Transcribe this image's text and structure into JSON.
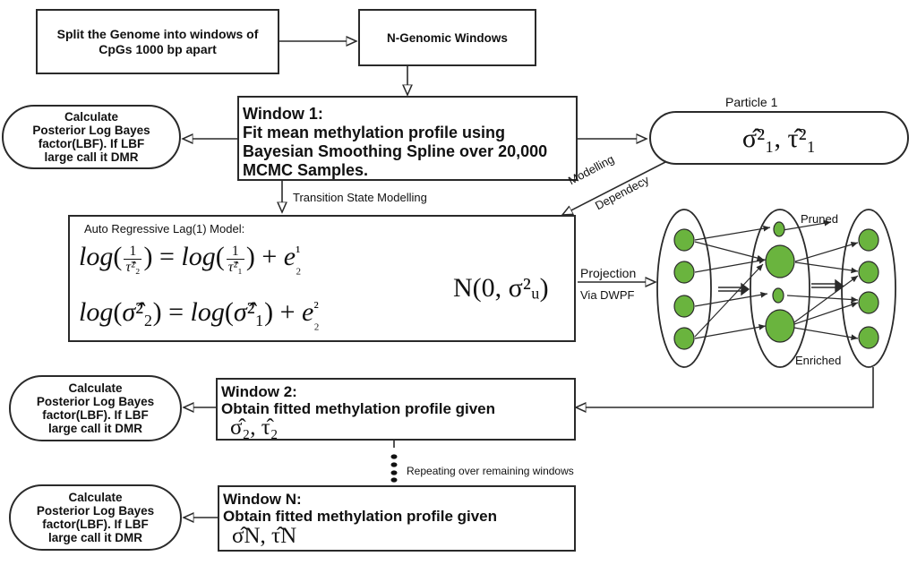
{
  "top": {
    "split_box": "Split the Genome into windows of CpGs 1000 bp apart",
    "windows_box": "N-Genomic Windows"
  },
  "window1": {
    "title": "Window 1:",
    "body": "Fit mean methylation profile using Bayesian Smoothing Spline over 20,000 MCMC Samples."
  },
  "lbf": {
    "line1": "Calculate",
    "line2": "Posterior Log Bayes",
    "line3_w1": "factor(LBF).  If LBF",
    "line3": "factor(LBF).  If LBF",
    "line4": "large call it DMR"
  },
  "particle": {
    "label": "Particle 1",
    "content": "σ̂²₁, τ̂²₁"
  },
  "labels": {
    "transition": "Transition State Modelling",
    "modelling": "Modelling",
    "dependecy": "Dependecy",
    "projection": "Projection",
    "via": "Via DWPF",
    "pruned": "Pruned",
    "enriched": "Enriched",
    "repeating": "Repeating over remaining windows"
  },
  "ar_model": {
    "title": "Auto Regressive Lag(1) Model:",
    "noise": "N(0, σ²ᵤ)"
  },
  "window2": {
    "title": "Window 2:",
    "body": "Obtain fitted methylation profile given",
    "params": "σ̂₂, τ̂₂"
  },
  "windowN": {
    "title": "Window N:",
    "body": "Obtain fitted methylation profile given",
    "params": "σ̂N, τ̂N"
  },
  "colors": {
    "particle_fill": "#6ab43e",
    "line": "#2a2a2a"
  }
}
